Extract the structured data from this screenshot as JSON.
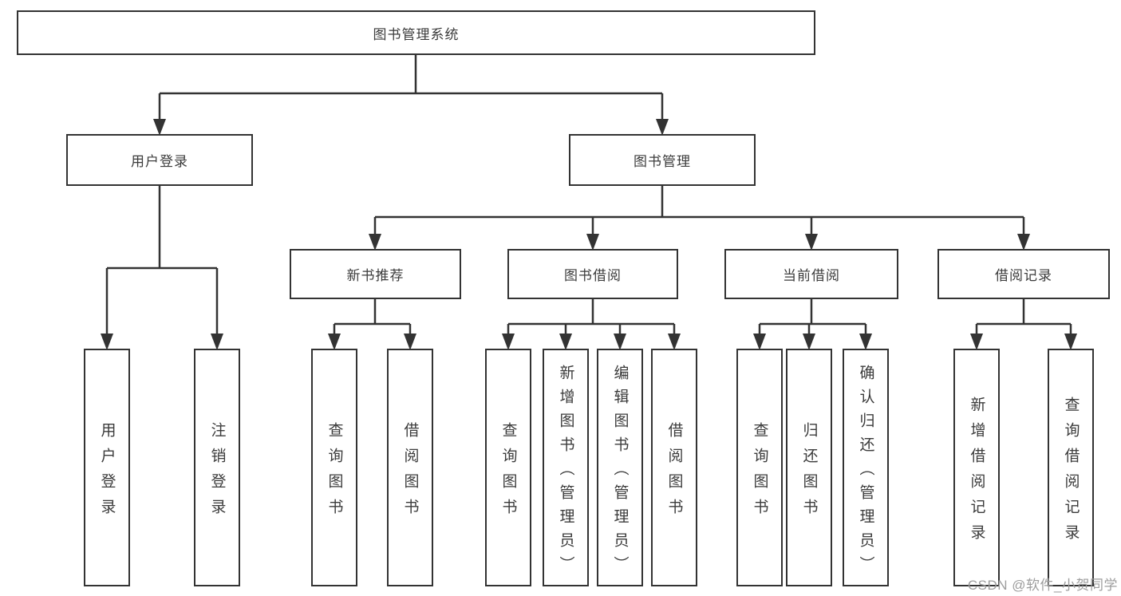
{
  "diagram": {
    "title": "图书管理系统",
    "watermark": "CSDN @软件_小贺同学",
    "colors": {
      "line": "#333333",
      "box_border": "#333333",
      "text": "#3b3b3b",
      "watermark": "#9d9d9d",
      "background": "#ffffff"
    },
    "nodes": {
      "root": {
        "label": "图书管理系统"
      },
      "user_login": {
        "label": "用户登录"
      },
      "book_mgmt": {
        "label": "图书管理"
      },
      "new_book_rec": {
        "label": "新书推荐"
      },
      "book_borrow": {
        "label": "图书借阅"
      },
      "current_borrow": {
        "label": "当前借阅"
      },
      "borrow_record": {
        "label": "借阅记录"
      },
      "leaf_user_login": {
        "label": "用户登录"
      },
      "leaf_logout": {
        "label": "注销登录"
      },
      "rec_query_books": {
        "label": "查询图书"
      },
      "rec_borrow_books": {
        "label": "借阅图书"
      },
      "bb_query_books": {
        "label": "查询图书"
      },
      "bb_add_books": {
        "label": "新增图书（管理员）"
      },
      "bb_edit_books": {
        "label": "编辑图书（管理员）"
      },
      "bb_borrow_books": {
        "label": "借阅图书"
      },
      "cb_query_books": {
        "label": "查询图书"
      },
      "cb_return_books": {
        "label": "归还图书"
      },
      "cb_confirm_return": {
        "label": "确认归还（管理员）"
      },
      "br_add_record": {
        "label": "新增借阅记录"
      },
      "br_query_record": {
        "label": "查询借阅记录"
      }
    },
    "hierarchy": {
      "root": "图书管理系统",
      "children": [
        {
          "label": "用户登录",
          "children": [
            "用户登录",
            "注销登录"
          ]
        },
        {
          "label": "图书管理",
          "children": [
            {
              "label": "新书推荐",
              "children": [
                "查询图书",
                "借阅图书"
              ]
            },
            {
              "label": "图书借阅",
              "children": [
                "查询图书",
                "新增图书（管理员）",
                "编辑图书（管理员）",
                "借阅图书"
              ]
            },
            {
              "label": "当前借阅",
              "children": [
                "查询图书",
                "归还图书",
                "确认归还（管理员）"
              ]
            },
            {
              "label": "借阅记录",
              "children": [
                "新增借阅记录",
                "查询借阅记录"
              ]
            }
          ]
        }
      ]
    }
  }
}
